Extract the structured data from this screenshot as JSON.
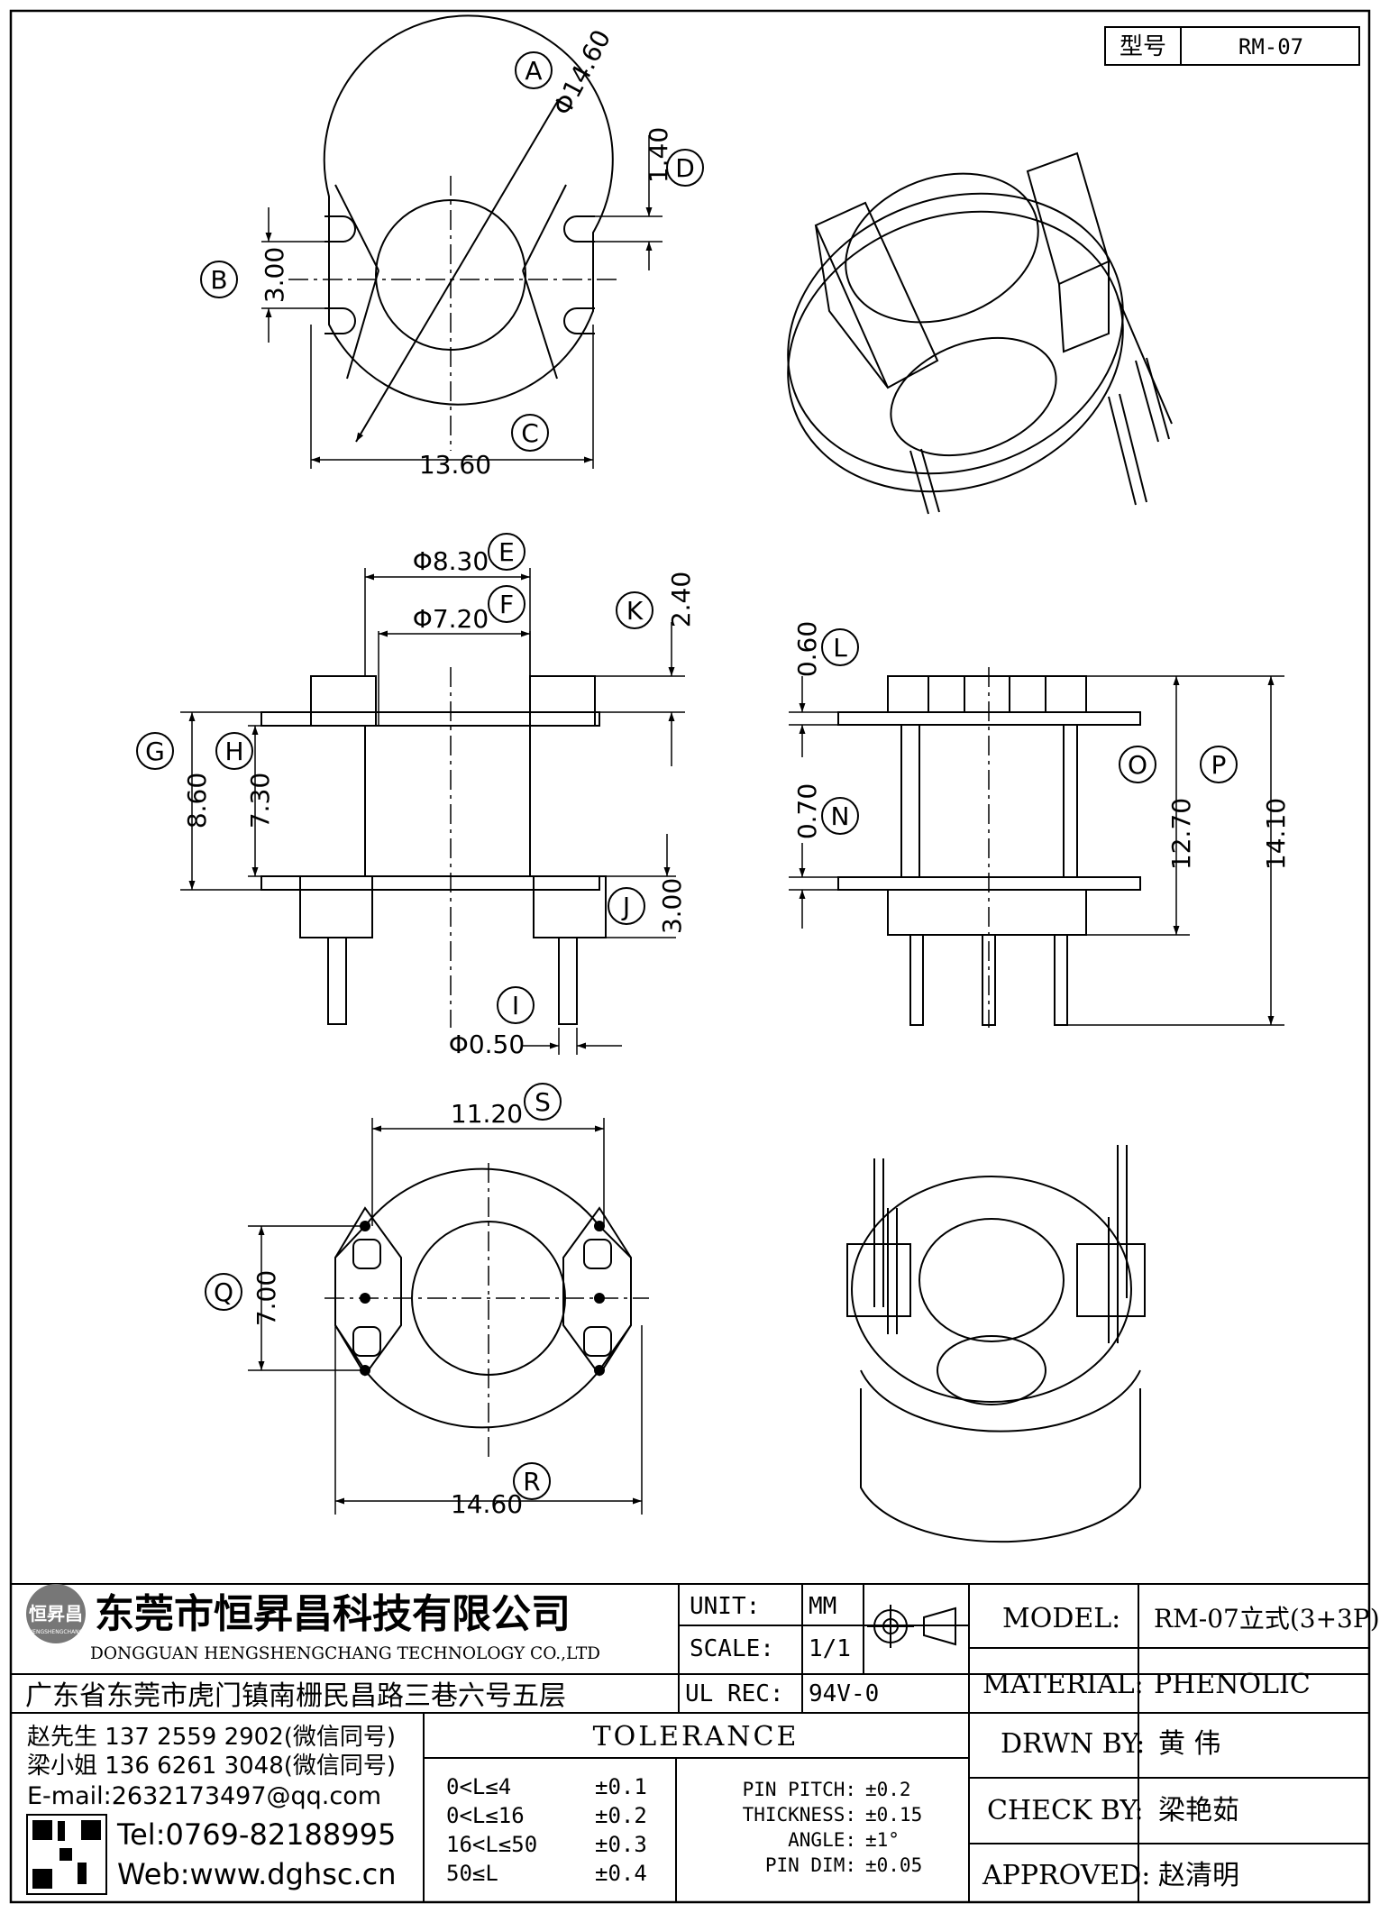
{
  "model_box": {
    "label": "型号",
    "value": "RM-07"
  },
  "top_view": {
    "A": "Φ14.60",
    "D": "1.40",
    "B": "3.00",
    "C": "13.60"
  },
  "front_view": {
    "E": "Φ8.30",
    "F": "Φ7.20",
    "K": "2.40",
    "G": "8.60",
    "H": "7.30",
    "J": "3.00",
    "I": "Φ0.50"
  },
  "side_view": {
    "L": "0.60",
    "N": "0.70",
    "O": "12.70",
    "P": "14.10"
  },
  "bottom_view": {
    "S": "11.20",
    "Q": "7.00",
    "R": "14.60"
  },
  "markers": [
    "A",
    "B",
    "C",
    "D",
    "E",
    "F",
    "G",
    "H",
    "I",
    "J",
    "K",
    "L",
    "N",
    "O",
    "P",
    "Q",
    "R",
    "S"
  ],
  "title_block": {
    "company_cn": "东莞市恒昇昌科技有限公司",
    "company_en": "DONGGUAN HENGSHENGCHANG TECHNOLOGY CO.,LTD",
    "logo_text": "恒昇昌",
    "logo_sub": "HENGSHENGCHANG",
    "address": "广东省东莞市虎门镇南栅民昌路三巷六号五层",
    "unit_label": "UNIT:",
    "unit_value": "MM",
    "scale_label": "SCALE:",
    "scale_value": "1/1",
    "ulrec_label": "UL REC:",
    "ulrec_value": "94V-0",
    "model_label": "MODEL:",
    "model_value": "RM-07立式(3+3P)",
    "material_label": "MATERIAL:",
    "material_value": "PHENOLIC",
    "drwn_label": "DRWN BY:",
    "drwn_value": "黄  伟",
    "check_label": "CHECK BY:",
    "check_value": "梁艳茹",
    "approved_label": "APPROVED:",
    "approved_value": "赵清明",
    "contact1": "赵先生 137 2559 2902(微信同号)",
    "contact2": "梁小姐 136 6261 3048(微信同号)",
    "email": "E-mail:2632173497@qq.com",
    "tel": "Tel:0769-82188995",
    "web": "Web:www.dghsc.cn",
    "tolerance_title": "TOLERANCE",
    "tol_rows": [
      {
        "range": "0<L≤4",
        "value": "±0.1"
      },
      {
        "range": "0<L≤16",
        "value": "±0.2"
      },
      {
        "range": "16<L≤50",
        "value": "±0.3"
      },
      {
        "range": "50≤L",
        "value": "±0.4"
      }
    ],
    "spec_rows": [
      {
        "label": "PIN PITCH:",
        "value": "±0.2"
      },
      {
        "label": "THICKNESS:",
        "value": "±0.15"
      },
      {
        "label": "ANGLE:",
        "value": "±1°"
      },
      {
        "label": "PIN DIM:",
        "value": "±0.05"
      }
    ]
  }
}
